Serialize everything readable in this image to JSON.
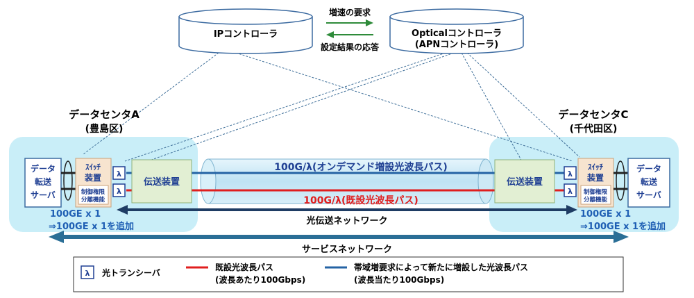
{
  "controllers": {
    "ip": "IPコントローラ",
    "optical_line1": "Opticalコントローラ",
    "optical_line2": "(APNコントローラ)"
  },
  "messages": {
    "request": "増速の要求",
    "response": "設定結果の応答"
  },
  "datacenter_a": {
    "title": "データセンタA",
    "location": "(豊島区)",
    "server_lines": [
      "データ",
      "転送",
      "サーバ"
    ],
    "switch_lines": [
      "ｽｲｯﾁ",
      "装置"
    ],
    "control_lines": [
      "制御権限",
      "分離機能"
    ],
    "transmission": "伝送装置",
    "capacity_line1": "100GE x 1",
    "capacity_line2": "⇒100GE x 1を追加"
  },
  "datacenter_c": {
    "title": "データセンタC",
    "location": "(千代田区)",
    "server_lines": [
      "データ",
      "転送",
      "サーバ"
    ],
    "switch_lines": [
      "ｽｲｯﾁ",
      "装置"
    ],
    "control_lines": [
      "制御権限",
      "分離機能"
    ],
    "transmission": "伝送装置",
    "capacity_line1": "100GE x 1",
    "capacity_line2": "⇒100GE x 1を追加"
  },
  "paths": {
    "ondemand": "100G/λ(オンデマンド増設光波長パス)",
    "existing": "100G/λ(既設光波長パス)"
  },
  "networks": {
    "optical": "光伝送ネットワーク",
    "service": "サービスネットワーク"
  },
  "transceiver_symbol": "λ",
  "legend": {
    "transceiver": "光トランシーバ",
    "existing_line1": "既設光波長パス",
    "existing_line2": "(波長あたり100Gbps)",
    "added_line1": "帯域増要求によって新たに増設した光波長パス",
    "added_line2": "(波長当たり100Gbps)"
  },
  "colors": {
    "dc_bg": "#c9eef8",
    "green_arrow": "#2e8b3a",
    "blue_path": "#2463a4",
    "red_path": "#e01e1e",
    "navy_text": "#1f3f93",
    "tan_box": "#f7e4cf",
    "green_box": "#e2efd3"
  }
}
